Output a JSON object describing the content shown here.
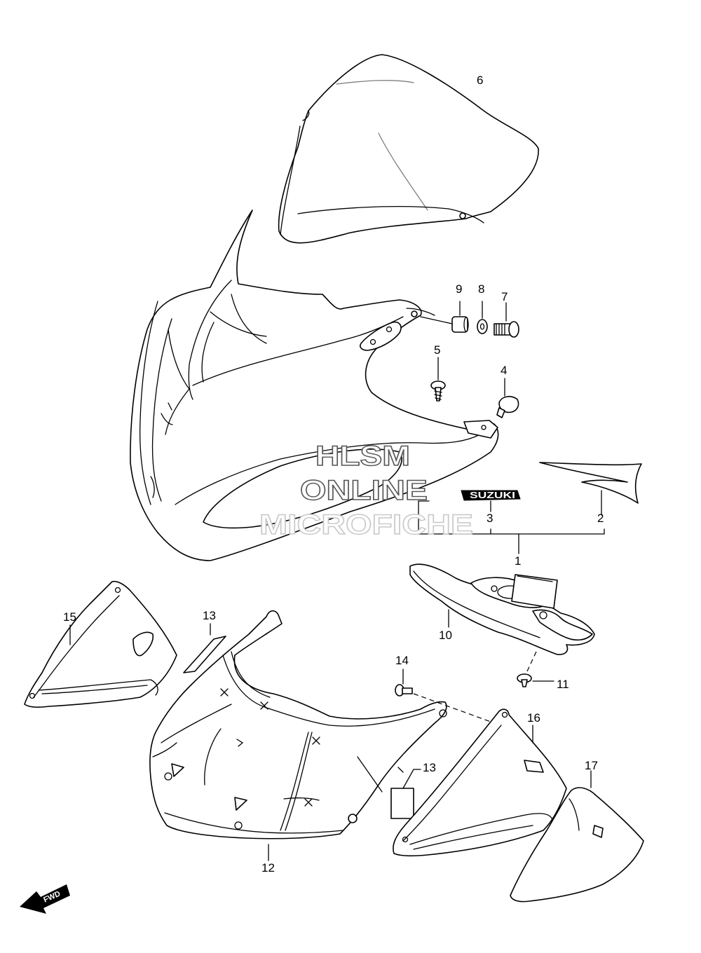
{
  "callouts": [
    "1",
    "2",
    "3",
    "4",
    "5",
    "6",
    "7",
    "8",
    "9",
    "10",
    "11",
    "12",
    "13",
    "13",
    "14",
    "15",
    "16",
    "17"
  ],
  "watermark": {
    "line1": "HLSM",
    "line2": "ONLINE",
    "line3": "MICROFICHE"
  },
  "emblem_text": "SUZUKI",
  "fwd_label": "FWD"
}
